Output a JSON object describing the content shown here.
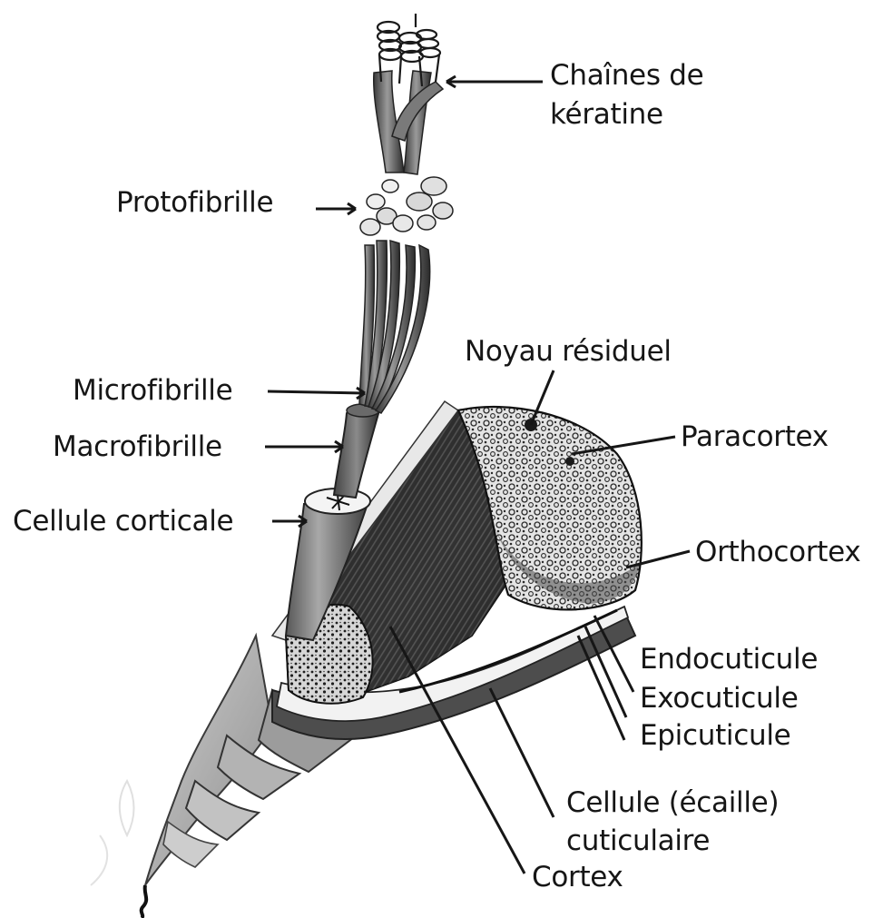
{
  "labels": {
    "chaines": [
      "Chaînes de",
      "kératine"
    ],
    "protofibrille": "Protofibrille",
    "noyau": "Noyau résiduel",
    "paracortex": "Paracortex",
    "microfibrille": "Microfibrille",
    "macrofibrille": "Macrofibrille",
    "cellule_corticale": "Cellule corticale",
    "orthocortex": "Orthocortex",
    "endocuticule": "Endocuticule",
    "exocuticule": "Exocuticule",
    "epicuticule": "Epicuticule",
    "cellule_cuticulaire": [
      "Cellule (écaille)",
      "cuticulaire"
    ],
    "cortex": "Cortex"
  },
  "colors": {
    "ink": "#161616",
    "dark": "#2a2a2a",
    "mid": "#6b6b6b",
    "light": "#bdbdbd",
    "paper": "#ffffff"
  }
}
